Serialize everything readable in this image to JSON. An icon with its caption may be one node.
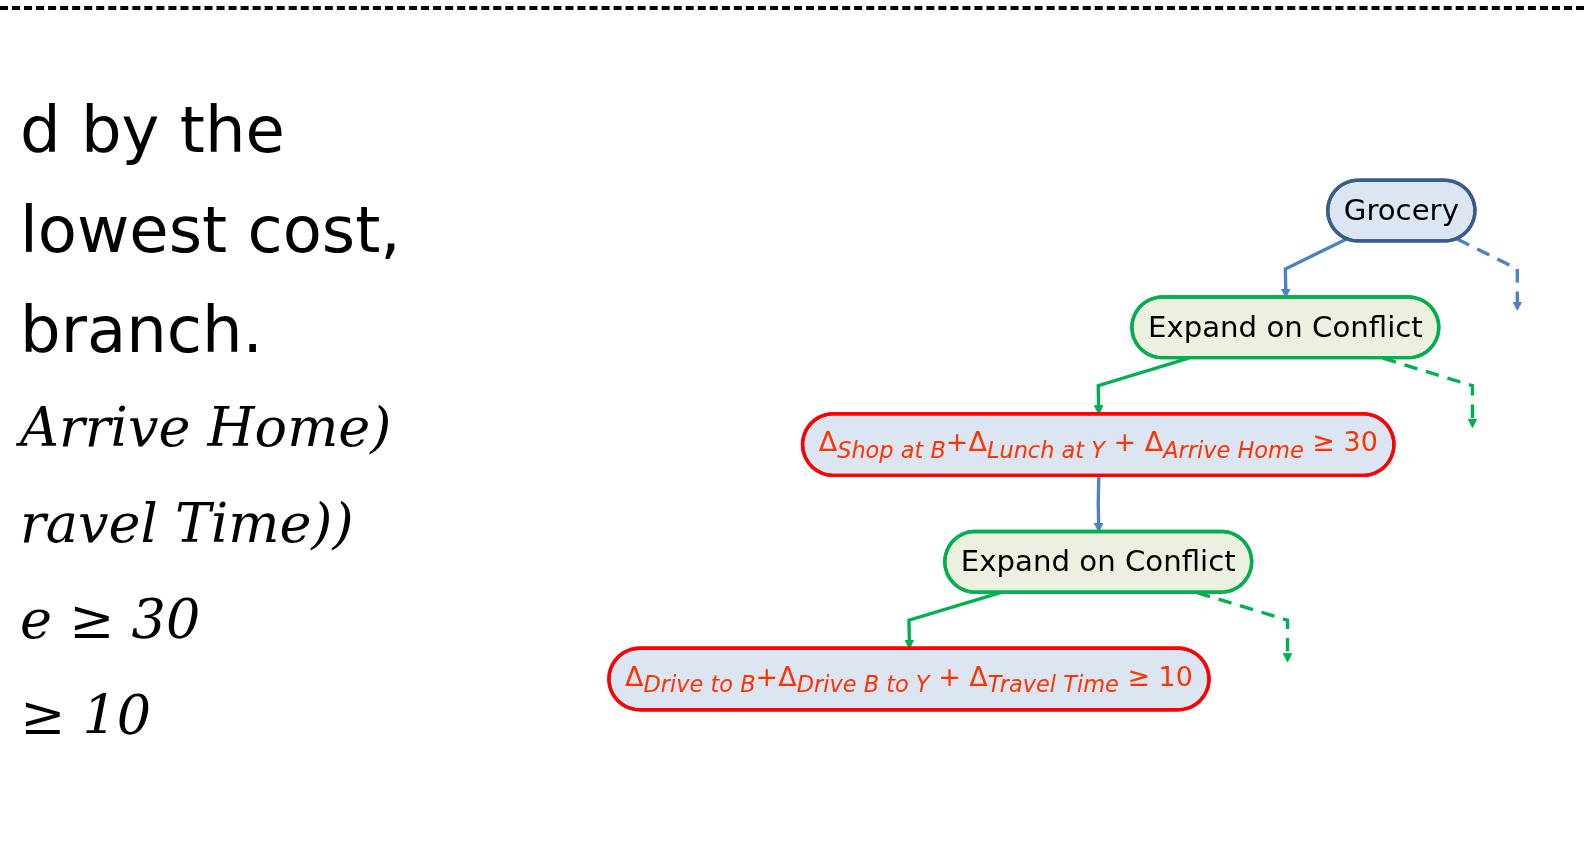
{
  "diagram": {
    "nodes": [
      {
        "text": [
          "Grocery"
        ]
      },
      {
        "text": [
          "Expand on Conflict"
        ]
      },
      {
        "text": [
          "Δ$_{Shop at B}$+Δ$_{Lunch at Y}$ + Δ$_{Arrive Home}$ ≥ 30"
        ]
      },
      {
        "text": [
          "Expand on Conflict"
        ]
      },
      {
        "text": [
          "Δ$_{Drive to B}$+Δ$_{Drive B to Y}$ + Δ$_{Travel Time}$ ≥ 10"
        ]
      }
    ],
    "edges": [
      {
        "from": 0,
        "to": 1,
        "arrow": "to",
        "color": "#4f81bd"
      },
      {
        "from": 0,
        "to": null,
        "arrow": "to",
        "style": "dashed",
        "color": "#4f81bd"
      },
      {
        "from": 1,
        "to": 2,
        "arrow": "to"
      },
      {
        "from": 1,
        "to": null,
        "arrow": "to",
        "style": "dashed"
      },
      {
        "from": 2,
        "to": 3,
        "arrow": "to",
        "color": "#4f81bd"
      },
      {
        "from": 3,
        "to": 4,
        "arrow": "to"
      },
      {
        "from": 3,
        "to": null,
        "arrow": "to",
        "style": "dashed"
      }
    ],
    "labels": [
      "d by the",
      "lowest cost,",
      "branch.",
      "Arrive Home)",
      "ravel Time))",
      "e ≥ 30",
      "≥ 10"
    ]
  }
}
